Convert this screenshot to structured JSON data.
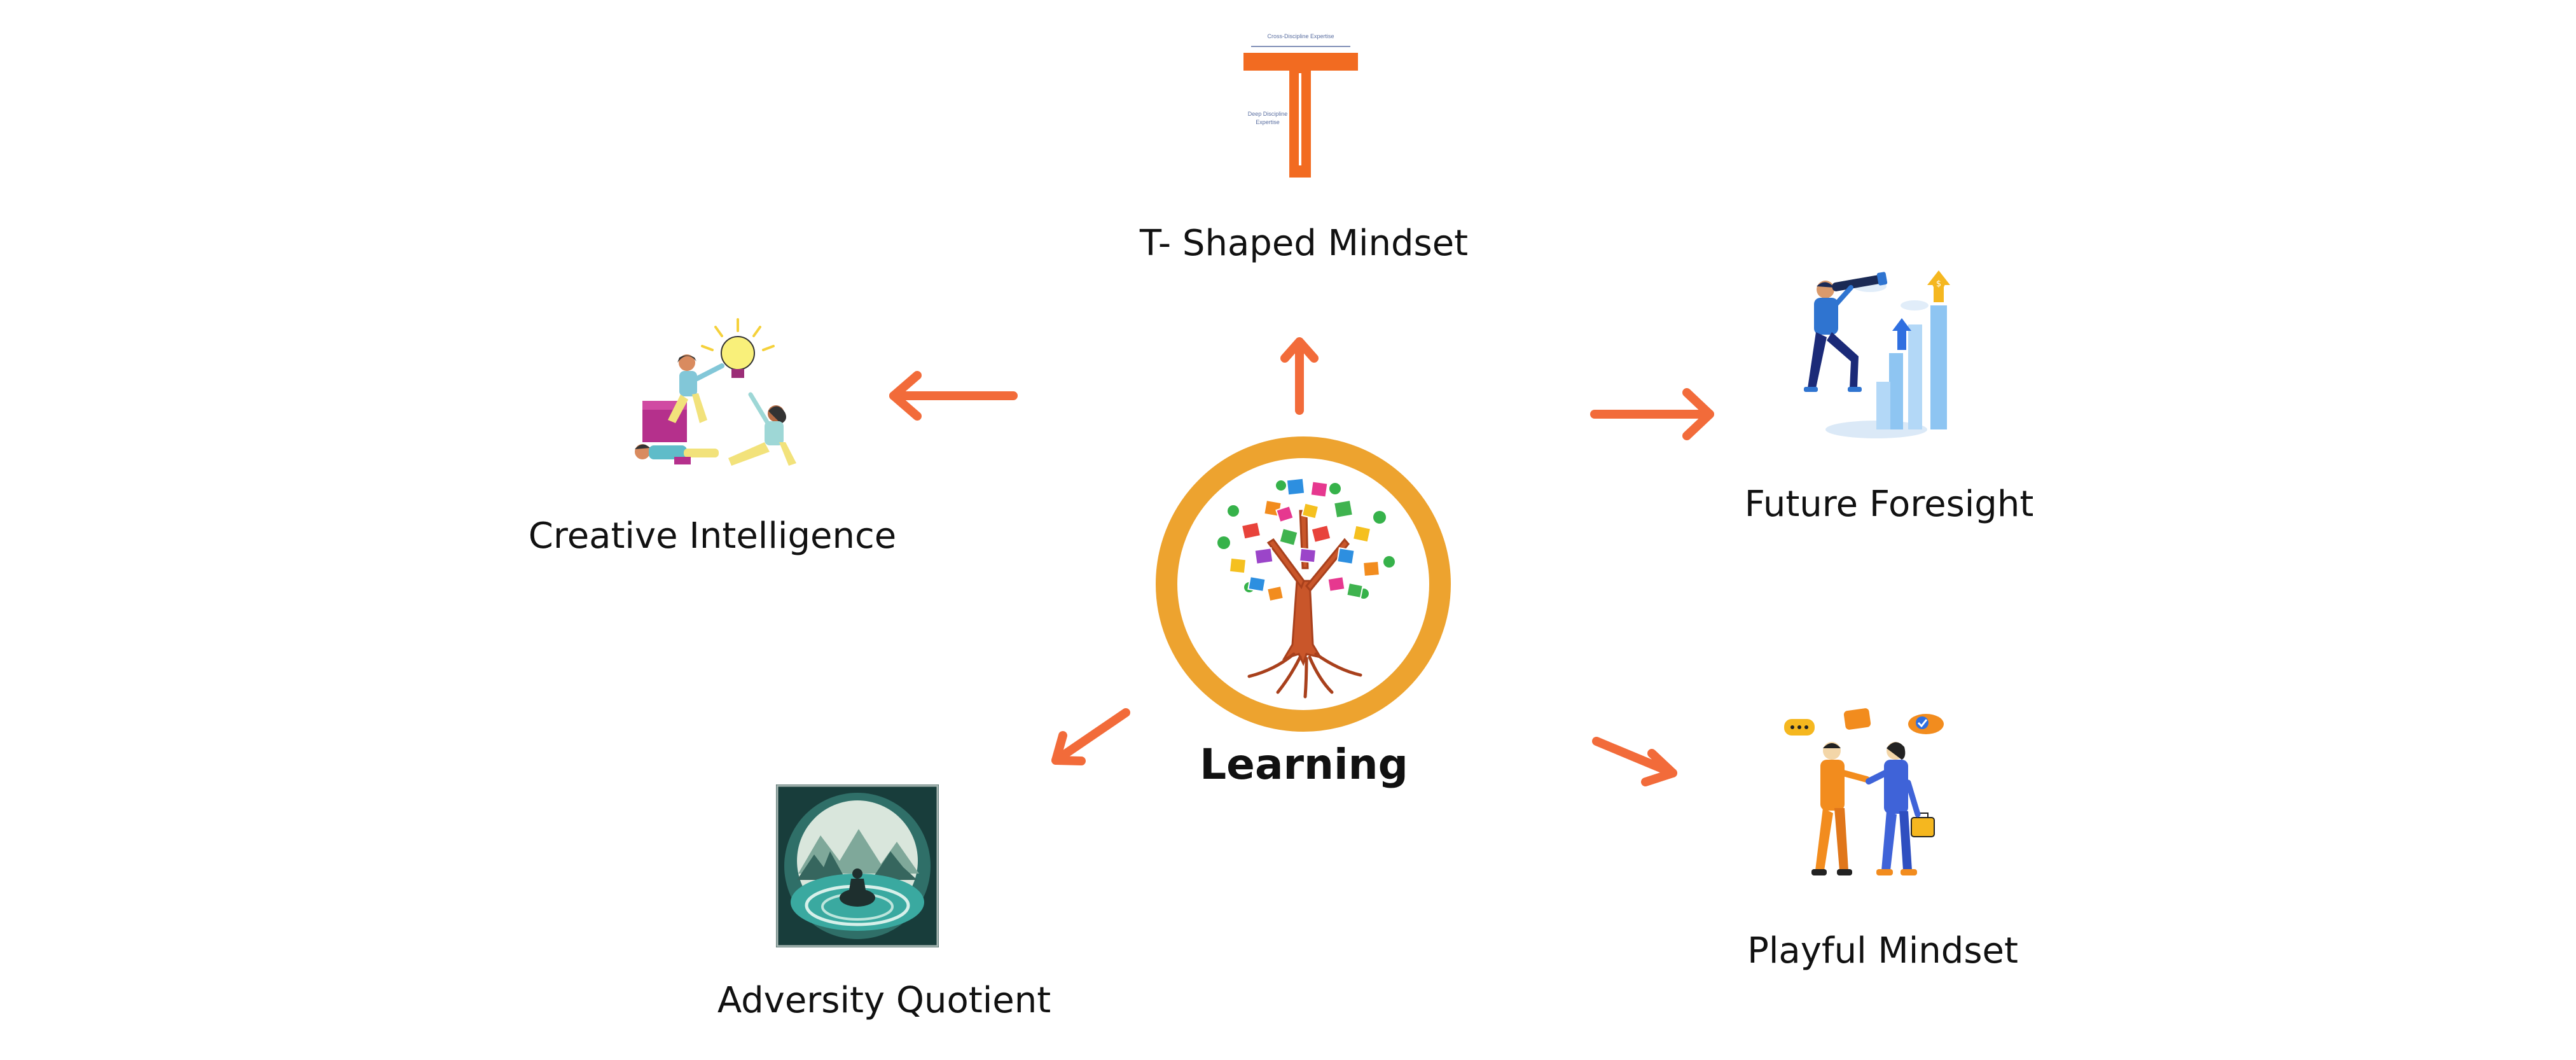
{
  "center": {
    "label": "Learning",
    "ring_color": "#eda32f",
    "icon": "tree-of-books-icon"
  },
  "arrow_color": "#f26b3a",
  "nodes": {
    "t_shaped": {
      "label": "T- Shaped Mindset",
      "icon": "t-shape-diagram-icon",
      "t_top_caption": "Cross-Discipline Expertise",
      "t_stem_caption_1": "Deep Discipline",
      "t_stem_caption_2": "Expertise",
      "accent": "#f26b21"
    },
    "creative": {
      "label": "Creative Intelligence",
      "icon": "brainstorm-team-lightbulb-icon"
    },
    "future": {
      "label": "Future Foresight",
      "icon": "person-with-telescope-growth-chart-icon"
    },
    "adversity": {
      "label": "Adversity Quotient",
      "icon": "meditating-figure-on-rock-icon"
    },
    "playful": {
      "label": "Playful Mindset",
      "icon": "two-people-conversation-icon"
    }
  }
}
